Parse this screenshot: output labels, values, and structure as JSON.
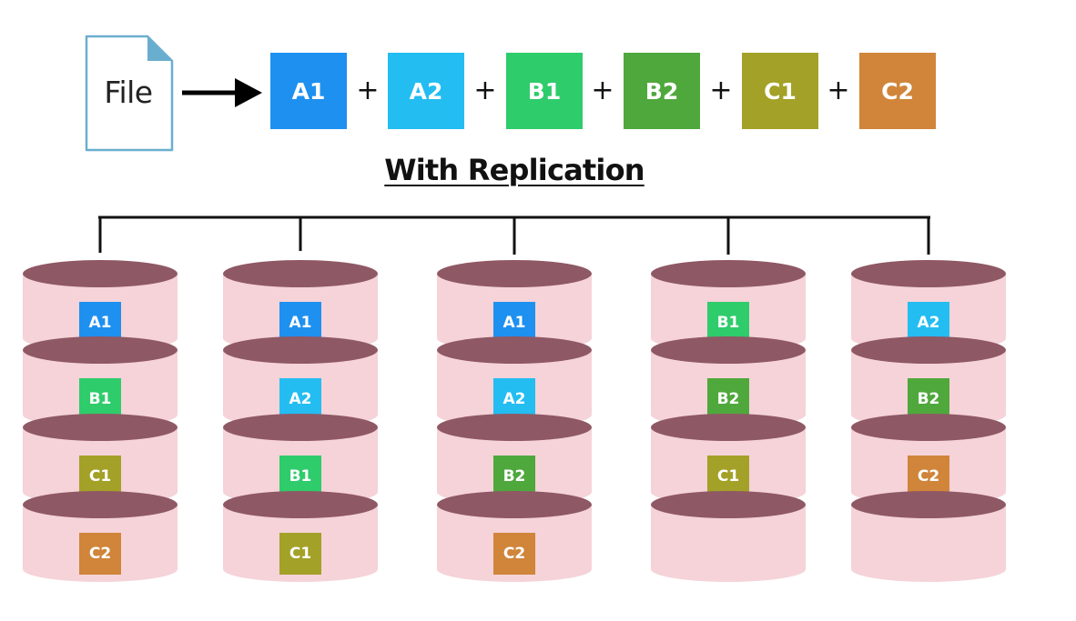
{
  "file": {
    "label": "File",
    "icon": "document-icon"
  },
  "split": {
    "blocks": [
      {
        "label": "A1",
        "color": "#1e90f0"
      },
      {
        "label": "A2",
        "color": "#23bdf2"
      },
      {
        "label": "B1",
        "color": "#2ecc6b"
      },
      {
        "label": "B2",
        "color": "#4fa83c"
      },
      {
        "label": "C1",
        "color": "#a3a127"
      },
      {
        "label": "C2",
        "color": "#d0853a"
      }
    ],
    "operator": "+"
  },
  "heading": "With Replication",
  "nodes": [
    {
      "chunks": [
        "A1",
        "B1",
        "C1",
        "C2"
      ]
    },
    {
      "chunks": [
        "A1",
        "A2",
        "B1",
        "C1"
      ]
    },
    {
      "chunks": [
        "A1",
        "A2",
        "B2",
        "C2"
      ]
    },
    {
      "chunks": [
        "B1",
        "B2",
        "C1",
        ""
      ]
    },
    {
      "chunks": [
        "A2",
        "B2",
        "C2",
        ""
      ]
    }
  ],
  "colors": {
    "disk_fill": "#f5d3d8",
    "disk_top": "#8f5865",
    "connector": "#111111"
  }
}
